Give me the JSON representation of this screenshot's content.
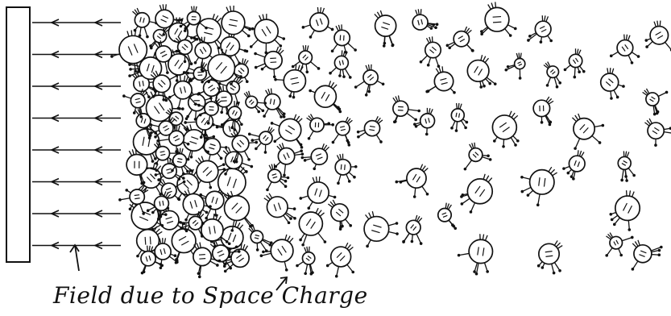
{
  "caption": "Field due to Space Charge",
  "colors": {
    "ink": "#111111",
    "background": "#ffffff"
  },
  "diagram": {
    "subject": "cartoon electrons crowding near a plate",
    "field_line_count": 8,
    "electron_density": "dense near the plate, sparse to the right"
  }
}
